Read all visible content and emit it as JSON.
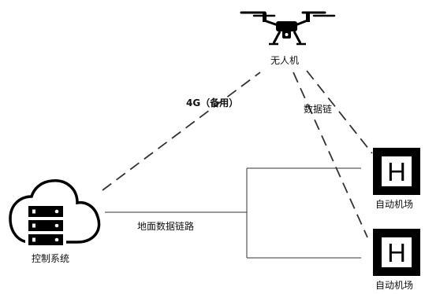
{
  "diagram": {
    "nodes": {
      "drone": {
        "label": "无人机",
        "icon": "drone-icon"
      },
      "control": {
        "label": "控制系统",
        "icon": "cloud-server-icon"
      },
      "station_top": {
        "label": "自动机场",
        "icon": "helipad-h-icon",
        "glyph": "H"
      },
      "station_bottom": {
        "label": "自动机场",
        "icon": "helipad-h-icon",
        "glyph": "H"
      }
    },
    "edges": {
      "backup_4g": {
        "label": "4G（备用）",
        "style": "dashed"
      },
      "datalink": {
        "label": "数据链",
        "style": "dashed"
      },
      "ground_link": {
        "label": "地面数据链路",
        "style": "solid"
      }
    },
    "colors": {
      "line": "#333333",
      "icon": "#000000",
      "background": "#ffffff"
    }
  }
}
